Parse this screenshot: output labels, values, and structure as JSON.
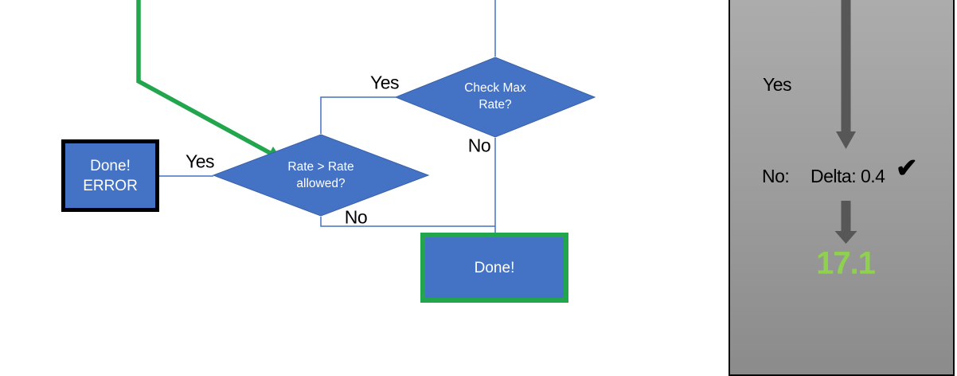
{
  "flowchart": {
    "check_max_decision": {
      "line1": "Check Max",
      "line2": "Rate?",
      "yes_label": "Yes",
      "no_label": "No"
    },
    "rate_decision": {
      "line1": "Rate > Rate",
      "line2": "allowed?",
      "yes_label": "Yes",
      "no_label": "No"
    },
    "done_error_box": {
      "line1": "Done!",
      "line2": "ERROR"
    },
    "done_box": {
      "label": "Done!"
    }
  },
  "side_panel": {
    "yes_label": "Yes",
    "no_prefix": "No:",
    "delta_text": "Delta: 0.4",
    "checkmark_icon": "✔",
    "result_value": "17.1"
  },
  "colors": {
    "shape_blue": "#4472C4",
    "shape_blue_border": "#3A62A8",
    "flow_green": "#21A54D",
    "result_green": "#8FD14F",
    "arrow_gray": "#575757",
    "panel_gray_top": "#ACACAC",
    "panel_gray_bottom": "#8B8B8B"
  }
}
